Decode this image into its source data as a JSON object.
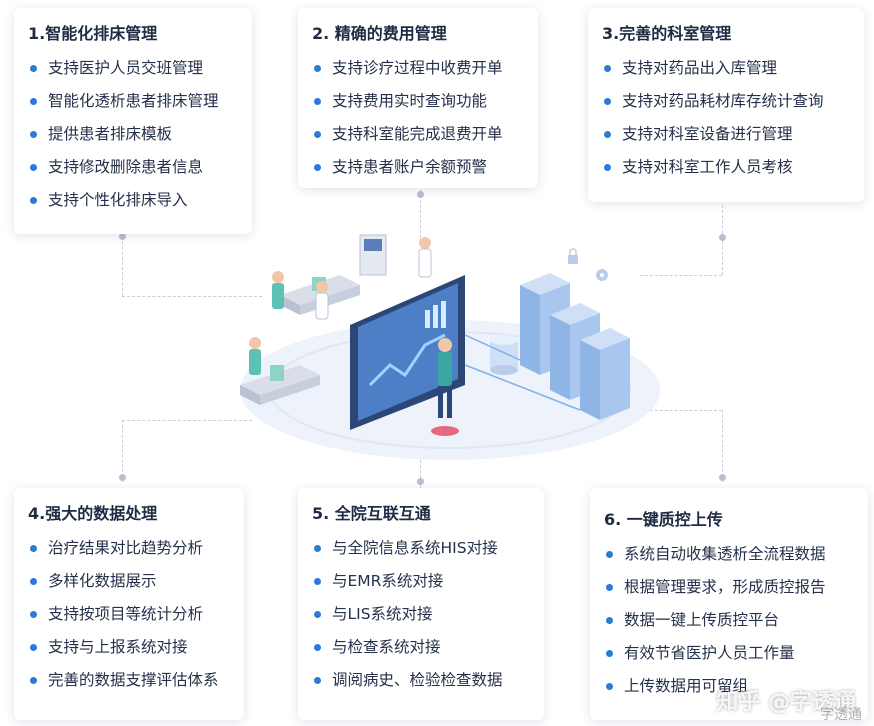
{
  "accent_color": "#2b7ad6",
  "cards": [
    {
      "title": "1.智能化排床管理",
      "items": [
        "支持医护人员交班管理",
        "智能化透析患者排床管理",
        "提供患者排床模板",
        "支持修改删除患者信息",
        "支持个性化排床导入"
      ]
    },
    {
      "title": "2. 精确的费用管理",
      "items": [
        "支持诊疗过程中收费开单",
        "支持费用实时查询功能",
        "支持科室能完成退费开单",
        "支持患者账户余额预警"
      ]
    },
    {
      "title": "3.完善的科室管理",
      "items": [
        "支持对药品出入库管理",
        "支持对药品耗材库存统计查询",
        "支持对科室设备进行管理",
        "支持对科室工作人员考核"
      ]
    },
    {
      "title": "4.强大的数据处理",
      "items": [
        "治疗结果对比趋势分析",
        "多样化数据展示",
        "支持按项目等统计分析",
        "支持与上报系统对接",
        "完善的数据支撑评估体系"
      ]
    },
    {
      "title": "5. 全院互联互通",
      "items": [
        "与全院信息系统HIS对接",
        "与EMR系统对接",
        "与LIS系统对接",
        "与检查系统对接",
        "调阅病史、检验检查数据"
      ]
    },
    {
      "title": "6. 一键质控上传",
      "items": [
        "系统自动收集透析全流程数据",
        "根据管理要求，形成质控报告",
        "数据一键上传质控平台",
        "有效节省医护人员工作量",
        "上传数据用可留组"
      ]
    }
  ],
  "watermark": "知乎 @字透通",
  "watermark_small": "字透通"
}
